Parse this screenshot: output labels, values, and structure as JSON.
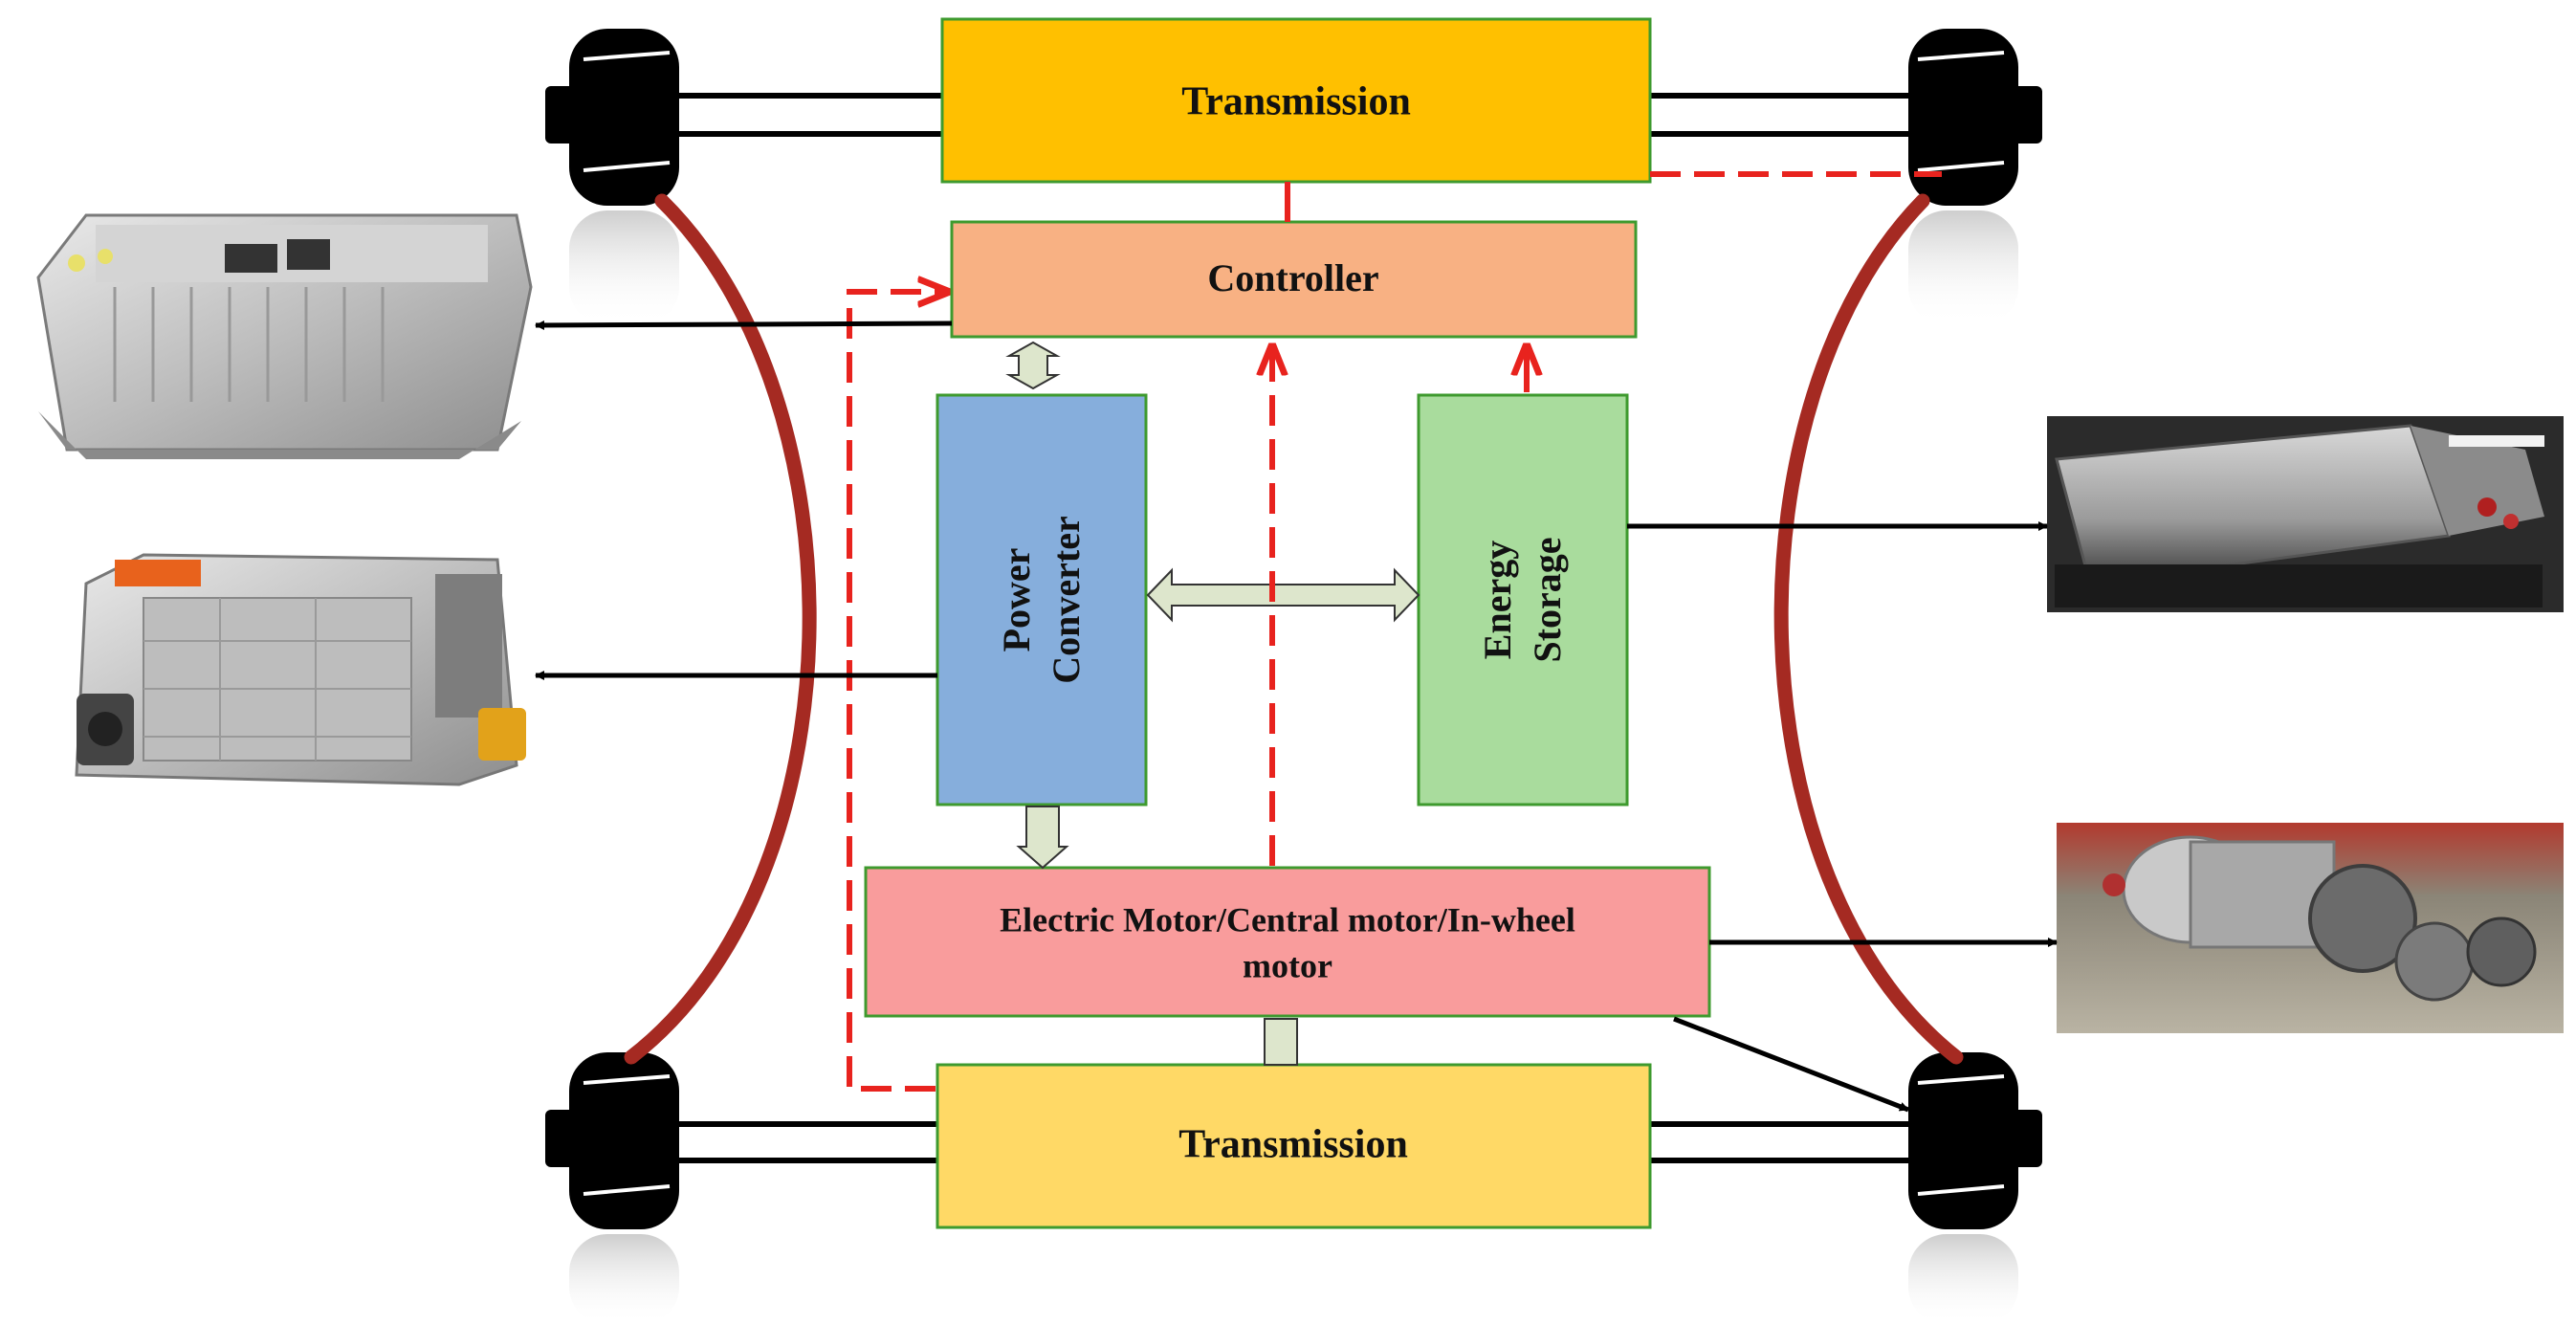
{
  "blocks": {
    "transmission_top": "Transmission",
    "controller": "Controller",
    "power_converter_line1": "Power",
    "power_converter_line2": "Converter",
    "energy_storage_line1": "Energy",
    "energy_storage_line2": "Storage",
    "motor_line1": "Electric Motor/Central motor/In-wheel",
    "motor_line2": "motor",
    "transmission_bottom": "Transmission"
  },
  "colors": {
    "transmission_top": "#FFC000",
    "controller": "#F8B183",
    "power_converter": "#86AEDC",
    "energy_storage": "#A9DC9D",
    "motor": "#F99C9C",
    "transmission_bottom": "#FFD966",
    "box_border": "#3E9A2E",
    "control_signal": "#E8231E",
    "chassis_curve": "#A52A22",
    "power_flow_arrow": "#DDE6CC",
    "wheel": "#000000"
  },
  "icons": {
    "controller_photo": "motor-controller-unit-photo",
    "converter_photo": "power-inverter-unit-photo",
    "battery_photo": "battery-pack-photo",
    "motor_photo": "electric-motor-photo"
  }
}
